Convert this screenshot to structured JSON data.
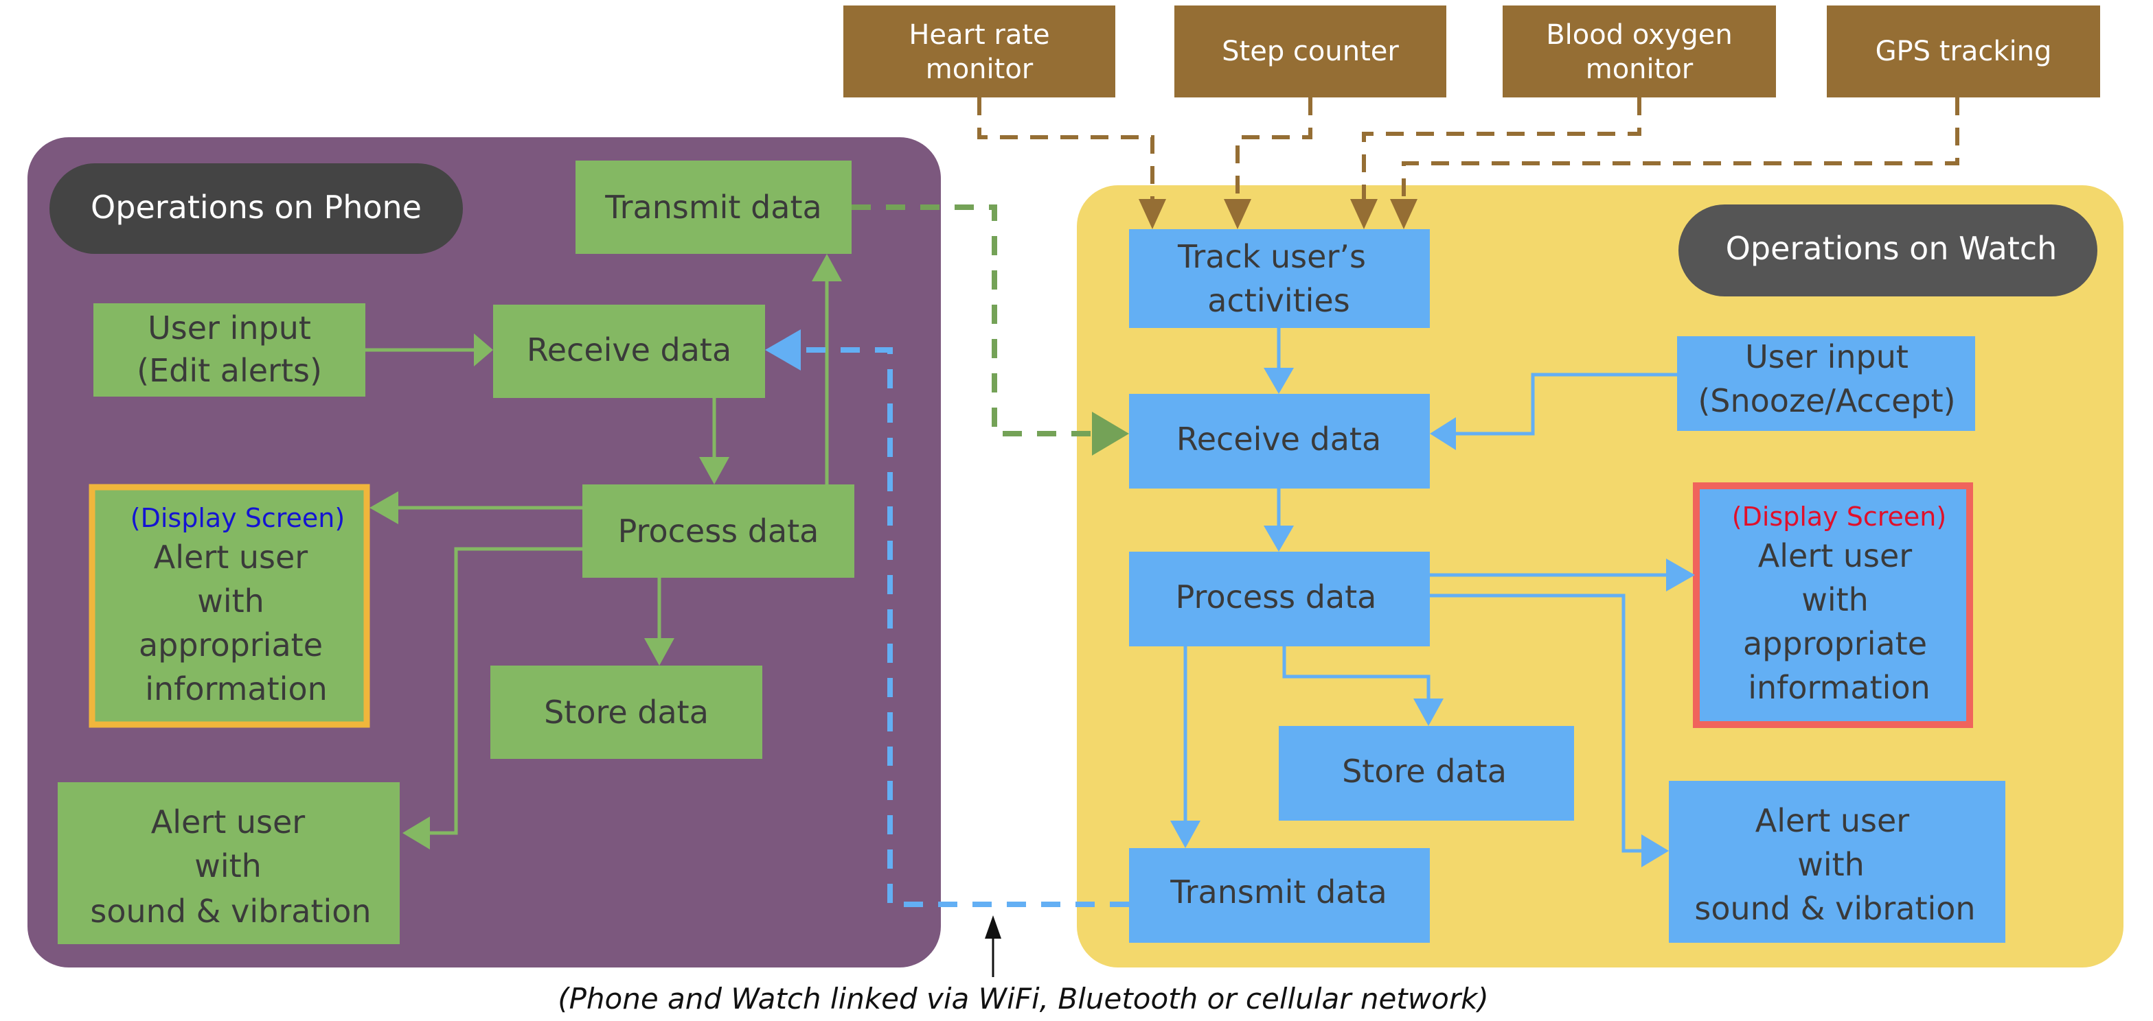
{
  "colors": {
    "phone_panel": "#7c587e",
    "watch_panel": "#f3d86c",
    "phone_node": "#84b863",
    "watch_node": "#63aff4",
    "sensor_node": "#956e34",
    "pill": "#444444",
    "pill_watch": "#555555",
    "phone_display_border": "#f0b63c",
    "watch_display_border": "#f0645c",
    "phone_display_label": "#1414d2",
    "watch_display_label": "#e0102a"
  },
  "sensors": [
    {
      "label1": "Heart rate",
      "label2": "monitor"
    },
    {
      "label1": "Step counter",
      "label2": ""
    },
    {
      "label1": "Blood oxygen",
      "label2": "monitor"
    },
    {
      "label1": "GPS tracking",
      "label2": ""
    }
  ],
  "phone": {
    "title": "Operations on Phone",
    "transmit": "Transmit data",
    "user_input": [
      "User input",
      "(Edit alerts)"
    ],
    "receive": "Receive data",
    "process": "Process data",
    "store": "Store data",
    "display_label": "(Display Screen)",
    "display_alert": [
      "Alert user",
      "with",
      "appropriate",
      "information"
    ],
    "sound_alert": [
      "Alert user",
      "with",
      "sound & vibration"
    ]
  },
  "watch": {
    "title": "Operations on Watch",
    "track": [
      "Track user’s",
      "activities"
    ],
    "user_input": [
      "User input",
      "(Snooze/Accept)"
    ],
    "receive": "Receive data",
    "process": "Process data",
    "store": "Store data",
    "transmit": "Transmit data",
    "display_label": "(Display Screen)",
    "display_alert": [
      "Alert user",
      "with",
      "appropriate",
      "information"
    ],
    "sound_alert": [
      "Alert user",
      "with",
      "sound & vibration"
    ]
  },
  "caption": "(Phone and Watch linked via WiFi, Bluetooth or cellular network)"
}
